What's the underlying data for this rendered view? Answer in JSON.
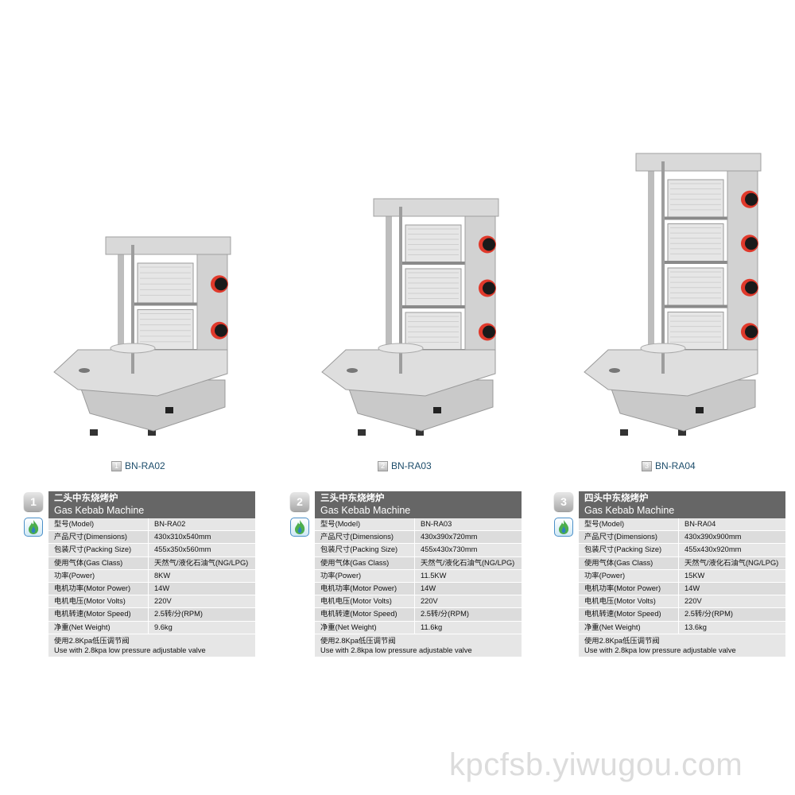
{
  "products": [
    {
      "index": "1",
      "caption": "BN-RA02",
      "burners": 2,
      "title_cn": "二头中东烧烤炉",
      "title_en": "Gas Kebab Machine",
      "specs": [
        {
          "label": "型号(Model)",
          "value": "BN-RA02"
        },
        {
          "label": "产品尺寸(Dimensions)",
          "value": "430x310x540mm"
        },
        {
          "label": "包装尺寸(Packing Size)",
          "value": "455x350x560mm"
        },
        {
          "label": "使用气体(Gas Class)",
          "value": "天然气/液化石油气(NG/LPG)"
        },
        {
          "label": "功率(Power)",
          "value": "8KW"
        },
        {
          "label": "电机功率(Motor Power)",
          "value": "14W"
        },
        {
          "label": "电机电压(Motor Volts)",
          "value": "220V"
        },
        {
          "label": "电机转速(Motor Speed)",
          "value": "2.5转/分(RPM)"
        },
        {
          "label": "净重(Net Weight)",
          "value": "9.6kg"
        }
      ],
      "note_cn": "使用2.8Kpa低压调节阀",
      "note_en": "Use with 2.8kpa low pressure adjustable valve"
    },
    {
      "index": "2",
      "caption": "BN-RA03",
      "burners": 3,
      "title_cn": "三头中东烧烤炉",
      "title_en": "Gas Kebab Machine",
      "specs": [
        {
          "label": "型号(Model)",
          "value": "BN-RA03"
        },
        {
          "label": "产品尺寸(Dimensions)",
          "value": "430x390x720mm"
        },
        {
          "label": "包装尺寸(Packing Size)",
          "value": "455x430x730mm"
        },
        {
          "label": "使用气体(Gas Class)",
          "value": "天然气/液化石油气(NG/LPG)"
        },
        {
          "label": "功率(Power)",
          "value": "11.5KW"
        },
        {
          "label": "电机功率(Motor Power)",
          "value": "14W"
        },
        {
          "label": "电机电压(Motor Volts)",
          "value": "220V"
        },
        {
          "label": "电机转速(Motor Speed)",
          "value": "2.5转/分(RPM)"
        },
        {
          "label": "净重(Net Weight)",
          "value": "11.6kg"
        }
      ],
      "note_cn": "使用2.8Kpa低压调节阀",
      "note_en": "Use with 2.8kpa low pressure adjustable valve"
    },
    {
      "index": "3",
      "caption": "BN-RA04",
      "burners": 4,
      "title_cn": "四头中东烧烤炉",
      "title_en": "Gas Kebab Machine",
      "specs": [
        {
          "label": "型号(Model)",
          "value": "BN-RA04"
        },
        {
          "label": "产品尺寸(Dimensions)",
          "value": "430x390x900mm"
        },
        {
          "label": "包装尺寸(Packing Size)",
          "value": "455x430x920mm"
        },
        {
          "label": "使用气体(Gas Class)",
          "value": "天然气/液化石油气(NG/LPG)"
        },
        {
          "label": "功率(Power)",
          "value": "15KW"
        },
        {
          "label": "电机功率(Motor Power)",
          "value": "14W"
        },
        {
          "label": "电机电压(Motor Volts)",
          "value": "220V"
        },
        {
          "label": "电机转速(Motor Speed)",
          "value": "2.5转/分(RPM)"
        },
        {
          "label": "净重(Net Weight)",
          "value": "13.6kg"
        }
      ],
      "note_cn": "使用2.8Kpa低压调节阀",
      "note_en": "Use with 2.8kpa low pressure adjustable valve"
    }
  ],
  "watermark": "kpcfsb.yiwugou.com",
  "colors": {
    "header": "#666666",
    "row": "#e6e6e6",
    "knob": "#e0392b",
    "caption": "#1d4d6b"
  }
}
